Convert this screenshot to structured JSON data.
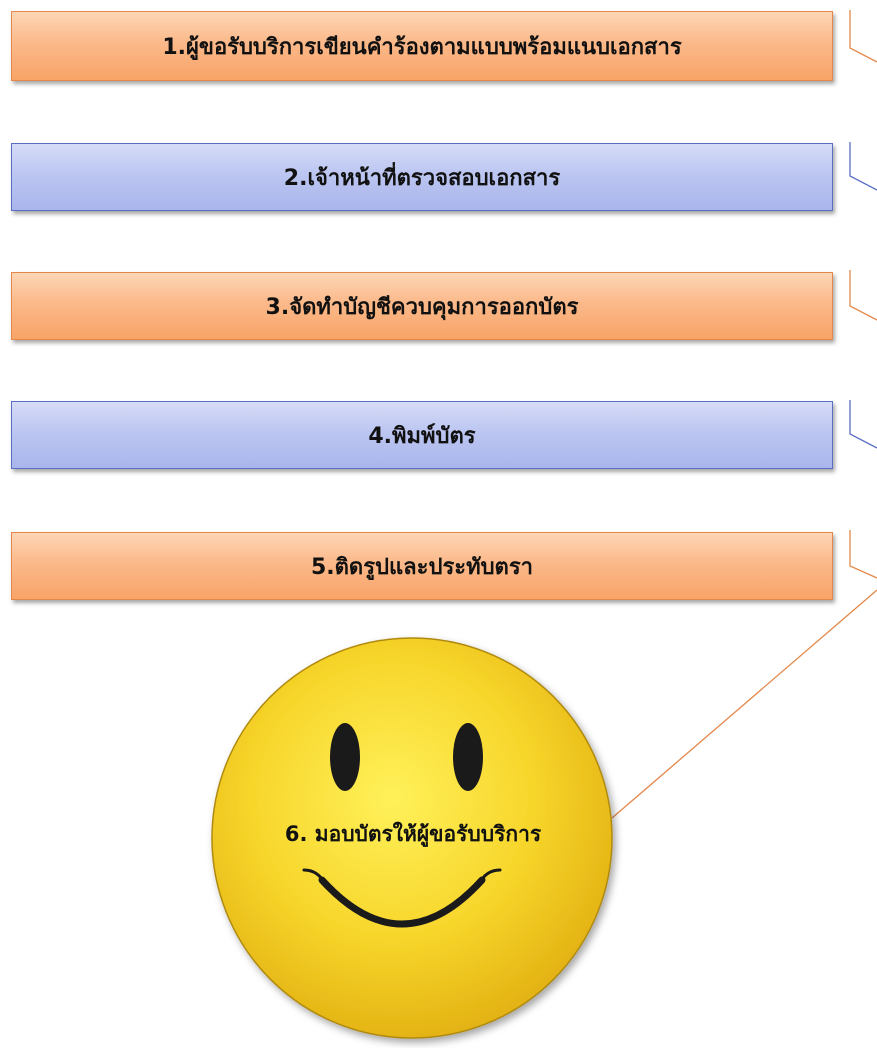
{
  "steps": [
    {
      "label": "1.ผู้ขอรับบริการเขียนคำร้องตามแบบพร้อมแนบเอกสาร",
      "color": "orange"
    },
    {
      "label": "2.เจ้าหน้าที่ตรวจสอบเอกสาร",
      "color": "blue"
    },
    {
      "label": "3.จัดทำบัญชีควบคุมการออกบัตร",
      "color": "orange"
    },
    {
      "label": "4.พิมพ์บัตร",
      "color": "blue"
    },
    {
      "label": "5.ติดรูปและประทับตรา",
      "color": "orange"
    }
  ],
  "final_step": {
    "label": "6. มอบบัตรให้ผู้ขอรับบริการ"
  },
  "colors": {
    "orange_fill": "#f8a467",
    "orange_border": "#e3884a",
    "blue_fill": "#a9b5ec",
    "blue_border": "#5a6fc4",
    "smiley_yellow": "#f5d21c"
  }
}
